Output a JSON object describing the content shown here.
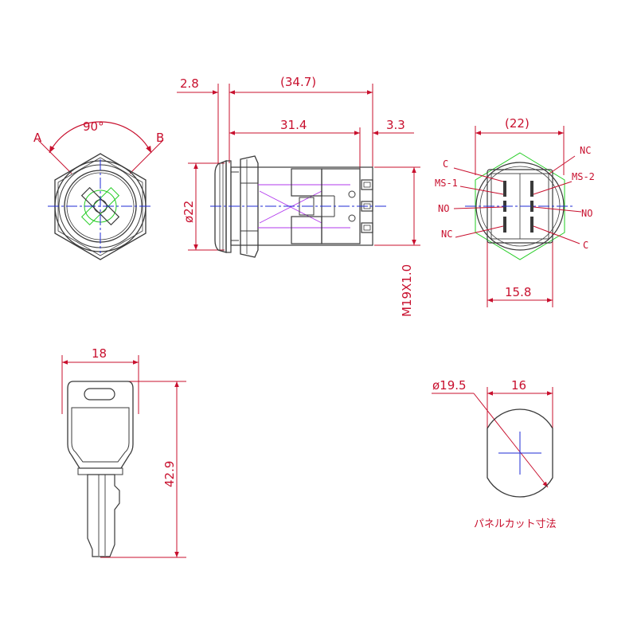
{
  "colors": {
    "outline": "#3a3a3a",
    "dimension": "#c8102e",
    "centerline": "#1f2bd6",
    "hidden": "#b23aee",
    "highlight": "#22cc22"
  },
  "front_view": {
    "angle": "90°",
    "pos_a": "A",
    "pos_b": "B"
  },
  "side_view": {
    "dim_flange": "2.8",
    "dim_total": "(34.7)",
    "dim_body": "31.4",
    "dim_terminal": "3.3",
    "dim_diameter": "ø22",
    "dim_thread": "M19X1.0"
  },
  "rear_view": {
    "dim_width": "(22)",
    "dim_inner": "15.8",
    "terminals": {
      "c_top": "C",
      "nc_top": "NC",
      "ms1": "MS-1",
      "ms2": "MS-2",
      "no_left": "NO",
      "no_right": "NO",
      "nc_bottom": "NC",
      "c_bottom": "C"
    }
  },
  "key_view": {
    "dim_width": "18",
    "dim_length": "42.9"
  },
  "panel_cutout": {
    "dim_diameter": "ø19.5",
    "dim_flat": "16",
    "caption": "パネルカット寸法"
  }
}
